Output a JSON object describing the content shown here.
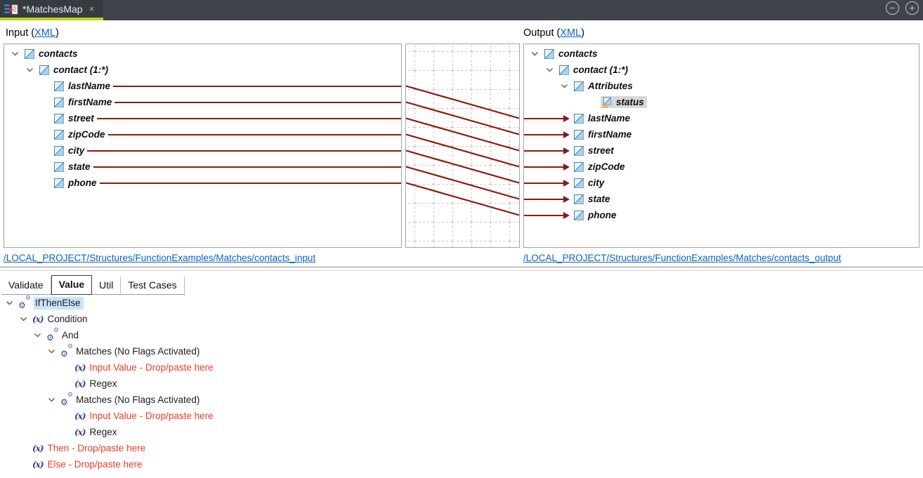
{
  "titlebar": {
    "tab_title": "*MatchesMap",
    "close_glyph": "×",
    "zoom_out_glyph": "−",
    "zoom_in_glyph": "+"
  },
  "header": {
    "input_label_prefix": "Input (",
    "input_label_link": "XML",
    "input_label_suffix": ")",
    "output_label_prefix": "Output (",
    "output_label_link": "XML",
    "output_label_suffix": ")"
  },
  "colors": {
    "accent_underline": "#bcd117",
    "connection_line": "#8a1a12",
    "link_blue": "#0b62c4",
    "selection_blue": "#cbe3f8",
    "drop_hint_red": "#ee3a2a",
    "status_highlight": "#d8d8d8"
  },
  "input_tree": {
    "rows": [
      {
        "label": "contacts",
        "level": 0,
        "chevron": true,
        "line": false
      },
      {
        "label": "contact (1:*)",
        "level": 1,
        "chevron": true,
        "line": false
      },
      {
        "label": "lastName",
        "level": 2,
        "chevron": false,
        "line": true
      },
      {
        "label": "firstName",
        "level": 2,
        "chevron": false,
        "line": true
      },
      {
        "label": "street",
        "level": 2,
        "chevron": false,
        "line": true
      },
      {
        "label": "zipCode",
        "level": 2,
        "chevron": false,
        "line": true
      },
      {
        "label": "city",
        "level": 2,
        "chevron": false,
        "line": true
      },
      {
        "label": "state",
        "level": 2,
        "chevron": false,
        "line": true
      },
      {
        "label": "phone",
        "level": 2,
        "chevron": false,
        "line": true
      }
    ]
  },
  "output_tree": {
    "rows": [
      {
        "label": "contacts",
        "level": 0,
        "chevron": true,
        "arrow": false
      },
      {
        "label": "contact (1:*)",
        "level": 1,
        "chevron": true,
        "arrow": false
      },
      {
        "label": "Attributes",
        "level": 2,
        "chevron": true,
        "arrow": false
      },
      {
        "label": "status",
        "level": 3,
        "chevron": false,
        "arrow": false,
        "attr": true,
        "selected": true
      },
      {
        "label": "lastName",
        "level": 2,
        "chevron": false,
        "arrow": true
      },
      {
        "label": "firstName",
        "level": 2,
        "chevron": false,
        "arrow": true
      },
      {
        "label": "street",
        "level": 2,
        "chevron": false,
        "arrow": true
      },
      {
        "label": "zipCode",
        "level": 2,
        "chevron": false,
        "arrow": true
      },
      {
        "label": "city",
        "level": 2,
        "chevron": false,
        "arrow": true
      },
      {
        "label": "state",
        "level": 2,
        "chevron": false,
        "arrow": true
      },
      {
        "label": "phone",
        "level": 2,
        "chevron": false,
        "arrow": true
      }
    ]
  },
  "connections": {
    "pairs": [
      {
        "from_row": 2,
        "to_row": 4
      },
      {
        "from_row": 3,
        "to_row": 5
      },
      {
        "from_row": 4,
        "to_row": 6
      },
      {
        "from_row": 5,
        "to_row": 7
      },
      {
        "from_row": 6,
        "to_row": 8
      },
      {
        "from_row": 7,
        "to_row": 9
      },
      {
        "from_row": 8,
        "to_row": 10
      }
    ]
  },
  "footer_links": {
    "input": "/LOCAL_PROJECT/Structures/FunctionExamples/Matches/contacts_input",
    "output": "/LOCAL_PROJECT/Structures/FunctionExamples/Matches/contacts_output"
  },
  "bottom": {
    "tabs": [
      {
        "label": "Validate",
        "active": false
      },
      {
        "label": "Value",
        "active": true
      },
      {
        "label": "Util",
        "active": false
      },
      {
        "label": "Test Cases",
        "active": false
      }
    ],
    "fx_glyph": "(x)",
    "gear_glyph": "⚙",
    "tree_rows": [
      {
        "level": 0,
        "chevron": true,
        "icon": "gears",
        "label": "IfThenElse",
        "selected": true
      },
      {
        "level": 1,
        "chevron": true,
        "icon": "fx",
        "label": "Condition"
      },
      {
        "level": 2,
        "chevron": true,
        "icon": "gears",
        "label": "And"
      },
      {
        "level": 3,
        "chevron": true,
        "icon": "gears",
        "label": "Matches (No Flags Activated)"
      },
      {
        "level": 4,
        "chevron": false,
        "icon": "fx",
        "label": "Input Value - Drop/paste here",
        "red": true
      },
      {
        "level": 4,
        "chevron": false,
        "icon": "fx",
        "label": "Regex"
      },
      {
        "level": 3,
        "chevron": true,
        "icon": "gears",
        "label": "Matches (No Flags Activated)"
      },
      {
        "level": 4,
        "chevron": false,
        "icon": "fx",
        "label": "Input Value - Drop/paste here",
        "red": true
      },
      {
        "level": 4,
        "chevron": false,
        "icon": "fx",
        "label": "Regex"
      },
      {
        "level": 1,
        "chevron": false,
        "icon": "fx",
        "label": "Then - Drop/paste here",
        "red": true
      },
      {
        "level": 1,
        "chevron": false,
        "icon": "fx",
        "label": "Else - Drop/paste here",
        "red": true
      }
    ]
  }
}
